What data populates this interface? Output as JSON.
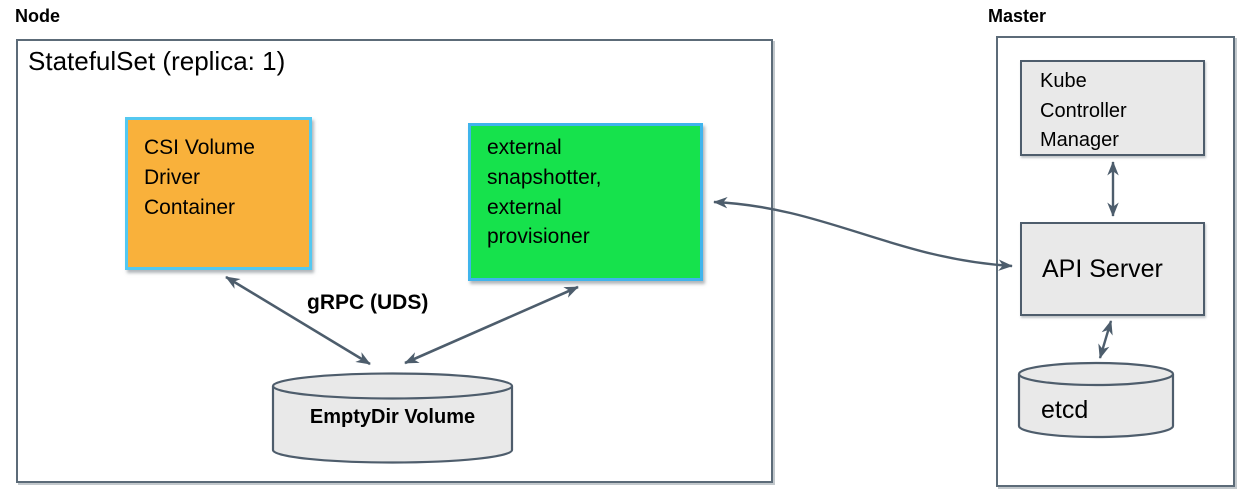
{
  "node": {
    "label": "Node",
    "statefulset_label": "StatefulSet (replica: 1)",
    "csi_driver_box_label": "CSI Volume\nDriver\nContainer",
    "sidecar_box_label": "external\nsnapshotter,\nexternal\nprovisioner",
    "grpc_label": "gRPC (UDS)",
    "emptydir_label": "EmptyDir Volume"
  },
  "master": {
    "label": "Master",
    "kube_controller_manager_label": "Kube\nController\nManager",
    "api_server_label": "API Server",
    "etcd_label": "etcd"
  },
  "colors": {
    "csi_box_fill": "#f9b13b",
    "csi_box_border": "#54c8f0",
    "sidecar_box_fill": "#16e24c",
    "sidecar_box_border": "#3fb4ec",
    "gray_box_fill": "#e9e9e9",
    "arrow_stroke": "#4d5d6c",
    "outline_border": "#5c6b78",
    "text": "#000000"
  }
}
